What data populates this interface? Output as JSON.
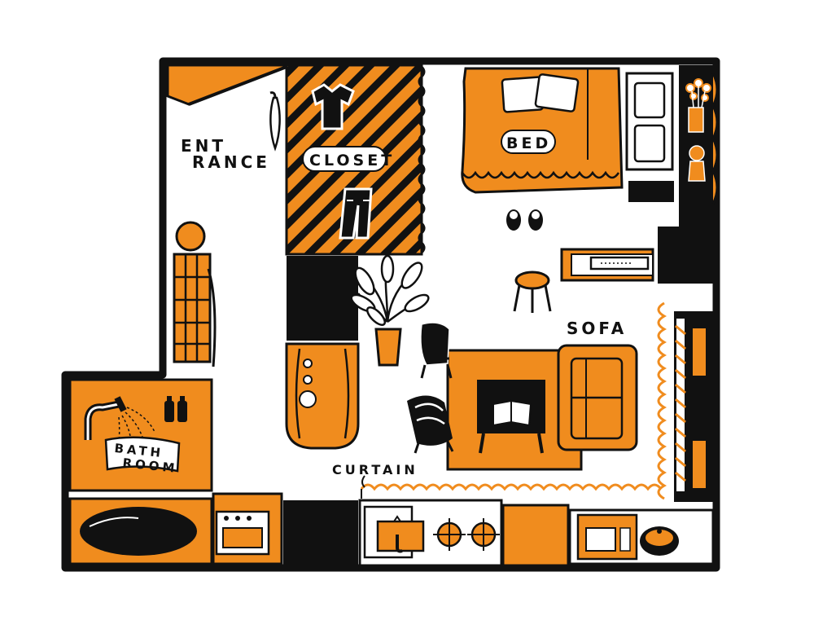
{
  "labels": {
    "entrance_line1": "ENT",
    "entrance_line2": "RANCE",
    "closet": "CLOSET",
    "bed": "BED",
    "sofa": "SOFA",
    "curtain": "CURTAIN",
    "bath_line1": "BATH",
    "bath_line2": "ROOM"
  },
  "colors": {
    "accent": "#F08C1E",
    "ink": "#111111",
    "paper": "#FFFFFF"
  },
  "icons": [
    "umbrella-icon",
    "tshirt-icon",
    "pants-icon",
    "pillow-icon",
    "slippers-icon",
    "plant-icon",
    "flower-vase-icon",
    "shower-icon",
    "bottle-icon",
    "book-icon",
    "stove-burner-icon",
    "faucet-icon",
    "microwave-icon",
    "pot-icon",
    "stool-icon",
    "chair-icon",
    "person-icon"
  ]
}
